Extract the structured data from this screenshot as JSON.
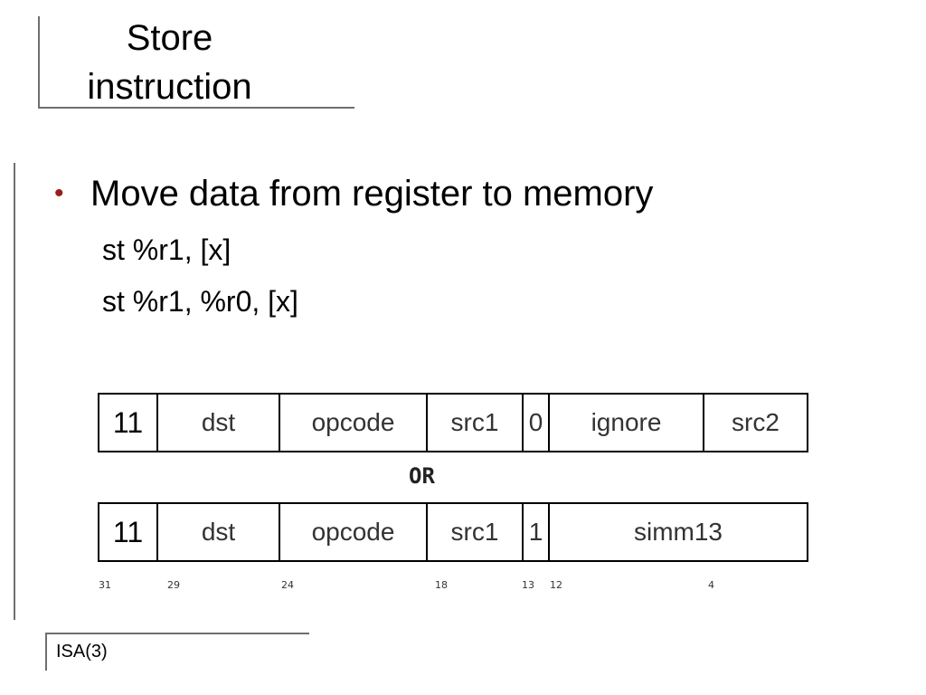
{
  "title": {
    "line1": "Store",
    "line2": "instruction"
  },
  "bullet": {
    "marker": "•",
    "text": "Move data from register to memory"
  },
  "code": {
    "line1": "st %r1, [x]",
    "line2": "st %r1, %r0, [x]"
  },
  "format1": {
    "op": "11",
    "dst": "dst",
    "opcode": "opcode",
    "src1": "src1",
    "i_bit": "0",
    "ignore": "ignore",
    "src2": "src2"
  },
  "or_label": "OR",
  "format2": {
    "op": "11",
    "dst": "dst",
    "opcode": "opcode",
    "src1": "src1",
    "i_bit": "1",
    "simm13": "simm13"
  },
  "bit_numbers": [
    "31",
    "29",
    "24",
    "18",
    "13",
    "12",
    "4"
  ],
  "footer": "ISA(3)",
  "colors": {
    "bullet": "#9b1b1b",
    "frame_lines": "#6f6f6f"
  }
}
